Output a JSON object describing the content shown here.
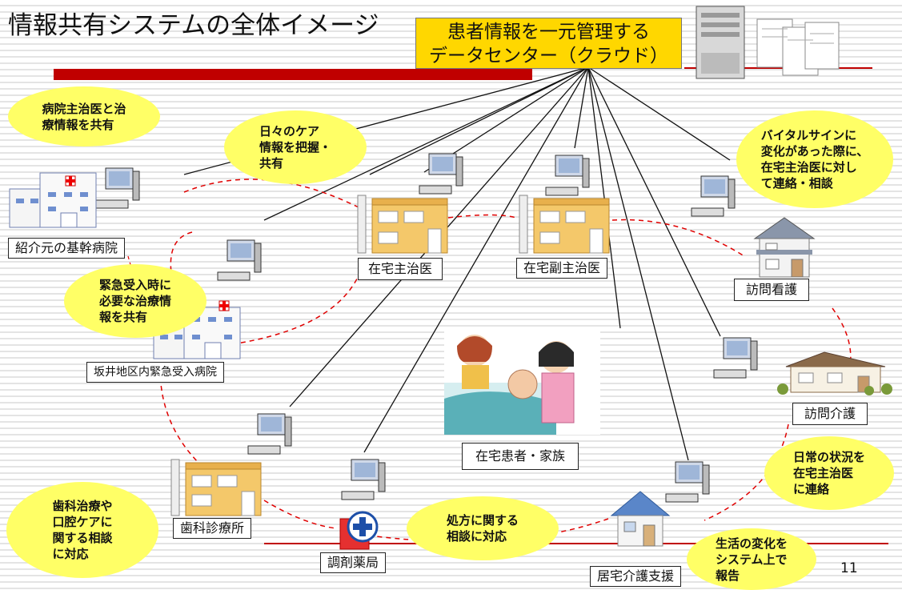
{
  "title": "情報共有システムの全体イメージ",
  "center": {
    "line1": "患者情報を一元管理する",
    "line2": "データセンター（クラウド）"
  },
  "labels": {
    "referral_hospital": "紹介元の基幹病院",
    "emergency_hospital": "坂井地区内緊急受入病院",
    "home_doctor": "在宅主治医",
    "home_sub_doctor": "在宅副主治医",
    "visiting_nurse": "訪問看護",
    "visiting_care": "訪問介護",
    "patient_family": "在宅患者・家族",
    "dental_clinic": "歯科診療所",
    "pharmacy": "調剤薬局",
    "care_support": "居宅介護支援"
  },
  "bubbles": {
    "hospital_share": "病院主治医と治\n療情報を共有",
    "daily_care": "日々のケア\n情報を把握・\n共有",
    "vital_signs": "バイタルサインに\n変化があった際に、\n在宅主治医に対し\nて連絡・相談",
    "emergency_share": "緊急受入時に\n必要な治療情\n報を共有",
    "daily_status": "日常の状況を\n在宅主治医\nに連絡",
    "dental": "歯科治療や\n口腔ケアに\n関する相談\nに対応",
    "prescription": "処方に関する\n相談に対応",
    "life_change": "生活の変化を\nシステム上で\n報告"
  },
  "page_number": "11",
  "colors": {
    "title_bar": "#c00000",
    "center_box": "#ffd700",
    "bubble": "#ffff66",
    "dashed_ring": "#e00000"
  }
}
